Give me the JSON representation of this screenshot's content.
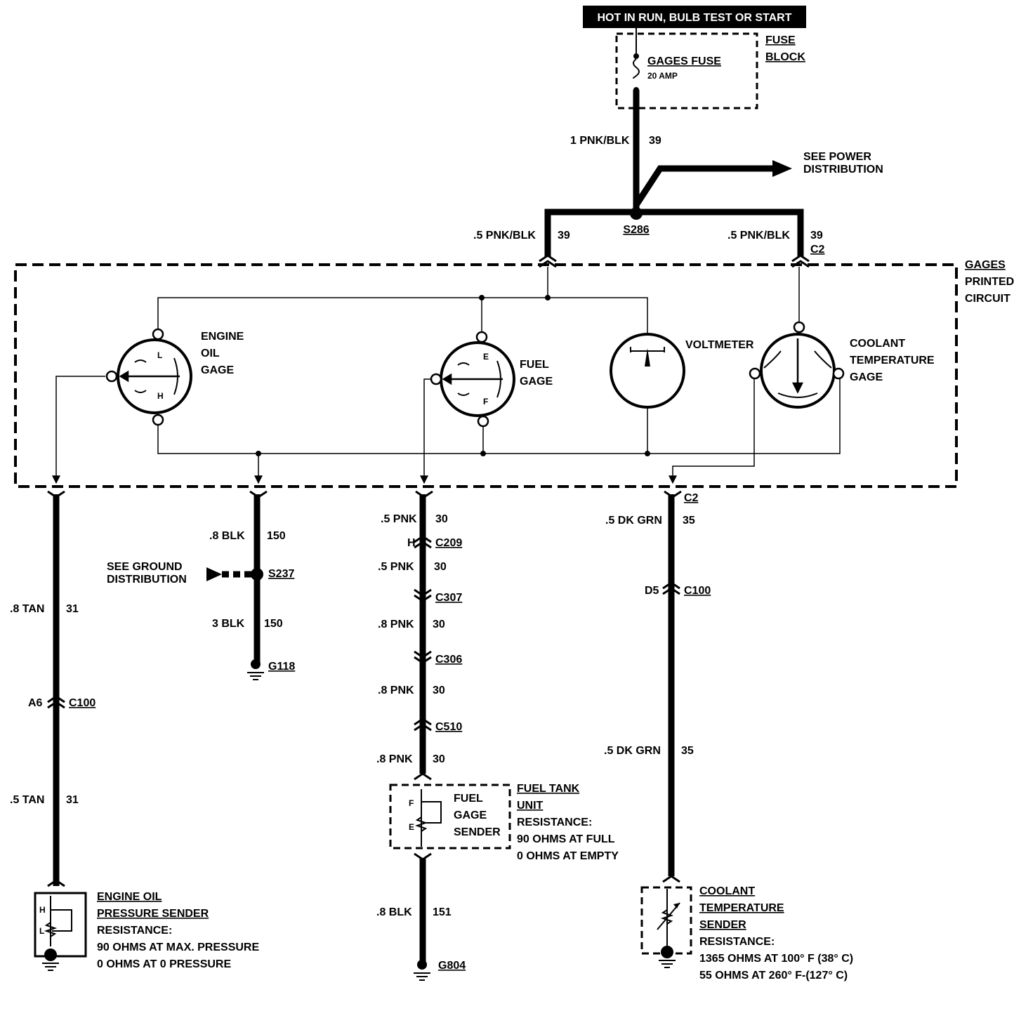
{
  "header": {
    "hot_label": "HOT IN RUN, BULB TEST OR START"
  },
  "fuse_block": {
    "title_line1": "FUSE",
    "title_line2": "BLOCK",
    "fuse_name": "GAGES FUSE",
    "fuse_rating": "20 AMP"
  },
  "feed": {
    "wire": "1 PNK/BLK",
    "circuit": "39",
    "power_dist_line1": "SEE POWER",
    "power_dist_line2": "DISTRIBUTION",
    "splice": "S286",
    "left_wire": ".5 PNK/BLK",
    "left_circuit": "39",
    "right_wire": ".5 PNK/BLK",
    "right_circuit": "39",
    "right_conn": "C2"
  },
  "printed_circuit": {
    "line1": "GAGES",
    "line2": "PRINTED",
    "line3": "CIRCUIT"
  },
  "gauges": {
    "oil": {
      "line1": "ENGINE",
      "line2": "OIL",
      "line3": "GAGE",
      "low": "L",
      "high": "H"
    },
    "fuel": {
      "line1": "FUEL",
      "line2": "GAGE",
      "empty": "E",
      "full": "F"
    },
    "volt": {
      "line1": "VOLTMETER"
    },
    "coolant": {
      "line1": "COOLANT",
      "line2": "TEMPERATURE",
      "line3": "GAGE"
    }
  },
  "oil_circuit": {
    "wire_upper": ".8 TAN",
    "circuit_upper": "31",
    "pin": "A6",
    "conn": "C100",
    "wire_lower": ".5 TAN",
    "circuit_lower": "31",
    "sender_line1": "ENGINE OIL",
    "sender_line2": "PRESSURE SENDER",
    "res_label": "RESISTANCE:",
    "res_line1": "90 OHMS AT MAX. PRESSURE",
    "res_line2": "0 OHMS AT 0 PRESSURE",
    "sender_h": "H",
    "sender_l": "L"
  },
  "ground_circuit": {
    "wire_upper": ".8 BLK",
    "circuit_upper": "150",
    "see_line1": "SEE GROUND",
    "see_line2": "DISTRIBUTION",
    "splice": "S237",
    "wire_lower": "3 BLK",
    "circuit_lower": "150",
    "ground": "G118"
  },
  "fuel_circuit": {
    "wire1": ".5 PNK",
    "circuit1": "30",
    "pin1": "H",
    "conn1": "C209",
    "wire2": ".5 PNK",
    "circuit2": "30",
    "conn2": "C307",
    "wire3": ".8 PNK",
    "circuit3": "30",
    "conn3": "C306",
    "wire4": ".8 PNK",
    "circuit4": "30",
    "conn4": "C510",
    "wire5": ".8 PNK",
    "circuit5": "30",
    "sender_line1": "FUEL",
    "sender_line2": "GAGE",
    "sender_line3": "SENDER",
    "sender_f": "F",
    "sender_e": "E",
    "unit_line1": "FUEL TANK",
    "unit_line2": "UNIT",
    "res_label": "RESISTANCE:",
    "res_line1": "90 OHMS AT FULL",
    "res_line2": "0 OHMS AT EMPTY",
    "wire6": ".8 BLK",
    "circuit6": "151",
    "ground": "G804"
  },
  "coolant_circuit": {
    "conn_top": "C2",
    "wire1": ".5 DK GRN",
    "circuit1": "35",
    "pin": "D5",
    "conn": "C100",
    "wire2": ".5 DK GRN",
    "circuit2": "35",
    "sender_line1": "COOLANT",
    "sender_line2": "TEMPERATURE",
    "sender_line3": "SENDER",
    "res_label": "RESISTANCE:",
    "res_line1": "1365 OHMS AT 100° F (38° C)",
    "res_line2": "55 OHMS AT 260° F-(127° C)"
  }
}
